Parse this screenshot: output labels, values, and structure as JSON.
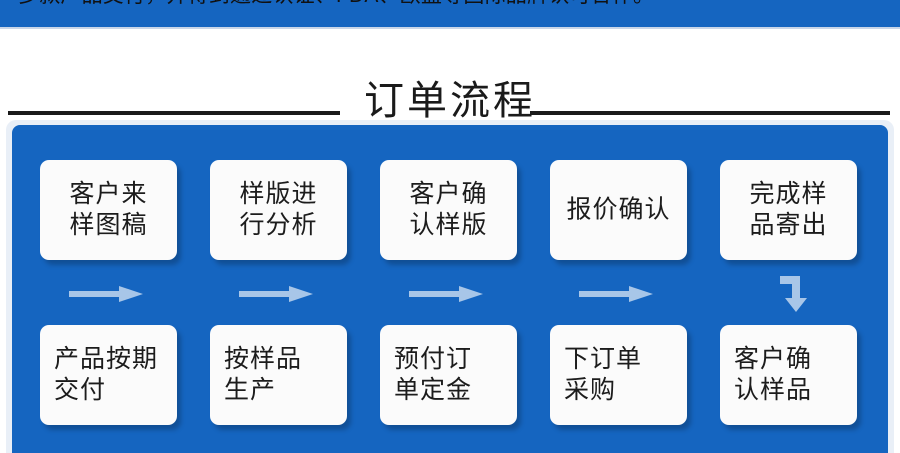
{
  "top_clipped_line": {
    "text": "多款产品交付，并得到通过认证、FDA、欧盟等国际品牌认可合作。"
  },
  "title": {
    "text": "订单流程"
  },
  "colors": {
    "panel_blue": "#1565c0",
    "box_white": "#fbfbfb",
    "arrow_blue": "#a8c6e8",
    "rule_black": "#1a1a1a",
    "text_dark": "#1c1c1c"
  },
  "flow": {
    "row_top": [
      {
        "id": "step-1",
        "label": "客户来\n样图稿"
      },
      {
        "id": "step-2",
        "label": "样版进\n行分析"
      },
      {
        "id": "step-3",
        "label": "客户确\n认样版"
      },
      {
        "id": "step-4",
        "label": "报价确认"
      },
      {
        "id": "step-5",
        "label": "完成样\n品寄出"
      }
    ],
    "row_bottom": [
      {
        "id": "step-10",
        "label": "产品按期\n交付"
      },
      {
        "id": "step-9",
        "label": "按样品\n生产"
      },
      {
        "id": "step-8",
        "label": "预付订\n单定金"
      },
      {
        "id": "step-7",
        "label": "下订单\n采购"
      },
      {
        "id": "step-6",
        "label": "客户确\n认样品"
      }
    ],
    "connectors": [
      {
        "id": "connector-1",
        "icon": "arrow-right-icon"
      },
      {
        "id": "connector-2",
        "icon": "arrow-right-icon"
      },
      {
        "id": "connector-3",
        "icon": "arrow-right-icon"
      },
      {
        "id": "connector-4",
        "icon": "arrow-right-icon"
      },
      {
        "id": "connector-5",
        "icon": "arrow-elbow-down-icon"
      }
    ]
  }
}
